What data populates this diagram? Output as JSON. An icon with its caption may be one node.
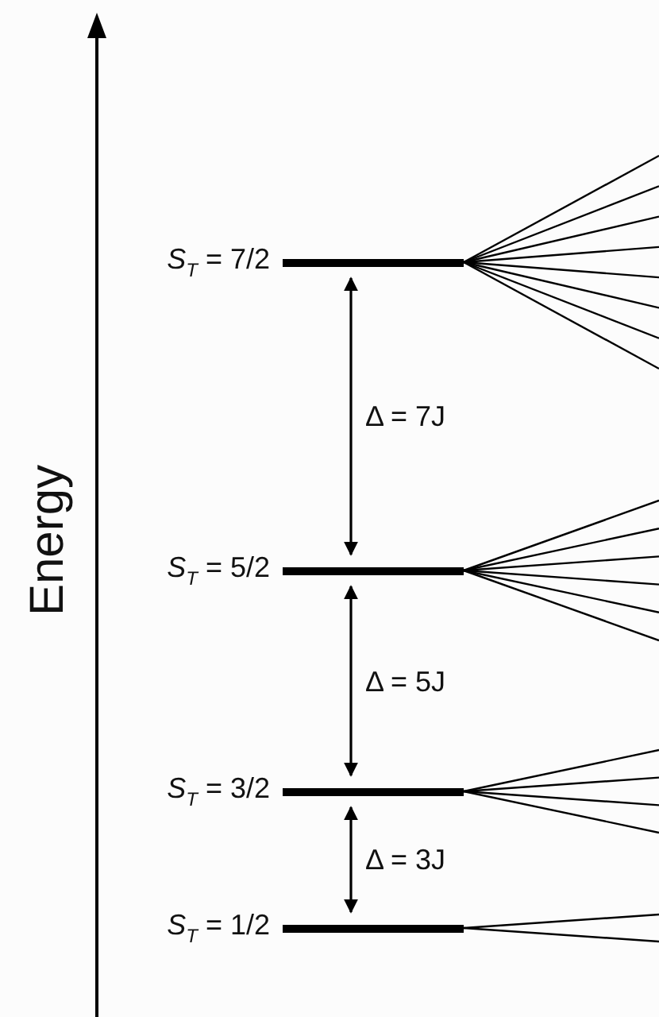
{
  "diagram": {
    "nodes": [
      {
        "text": [
          "*S*$_{T}$ = 7/2"
        ]
      },
      {
        "text": [
          "*S*$_{T}$ = 5/2"
        ]
      },
      {
        "text": [
          "*S*$_{T}$ = 3/2"
        ]
      },
      {
        "text": [
          "*S*$_{T}$ = 1/2"
        ]
      }
    ],
    "edges": [
      {
        "from": 0,
        "to": 1,
        "arrow": "both",
        "label": "Δ = 7J"
      },
      {
        "from": 1,
        "to": 2,
        "arrow": "both",
        "label": "Δ = 5J"
      },
      {
        "from": 2,
        "to": 3,
        "arrow": "both",
        "label": "Δ = 3J"
      },
      {
        "from": 0,
        "to": null,
        "arrow": "none"
      },
      {
        "from": 0,
        "to": null,
        "arrow": "none"
      },
      {
        "from": 0,
        "to": null,
        "arrow": "none"
      },
      {
        "from": 0,
        "to": null,
        "arrow": "none"
      },
      {
        "from": 0,
        "to": null,
        "arrow": "none"
      },
      {
        "from": 0,
        "to": null,
        "arrow": "none"
      },
      {
        "from": 0,
        "to": null,
        "arrow": "none"
      },
      {
        "from": 0,
        "to": null,
        "arrow": "none"
      },
      {
        "from": 1,
        "to": null,
        "arrow": "none"
      },
      {
        "from": 1,
        "to": null,
        "arrow": "none"
      },
      {
        "from": 1,
        "to": null,
        "arrow": "none"
      },
      {
        "from": 1,
        "to": null,
        "arrow": "none"
      },
      {
        "from": 1,
        "to": null,
        "arrow": "none"
      },
      {
        "from": 1,
        "to": null,
        "arrow": "none"
      },
      {
        "from": 2,
        "to": null,
        "arrow": "none"
      },
      {
        "from": 2,
        "to": null,
        "arrow": "none"
      },
      {
        "from": 2,
        "to": null,
        "arrow": "none"
      },
      {
        "from": 2,
        "to": null,
        "arrow": "none"
      },
      {
        "from": 3,
        "to": null,
        "arrow": "none"
      },
      {
        "from": 3,
        "to": null,
        "arrow": "none"
      }
    ],
    "labels": [
      "Energy"
    ]
  }
}
